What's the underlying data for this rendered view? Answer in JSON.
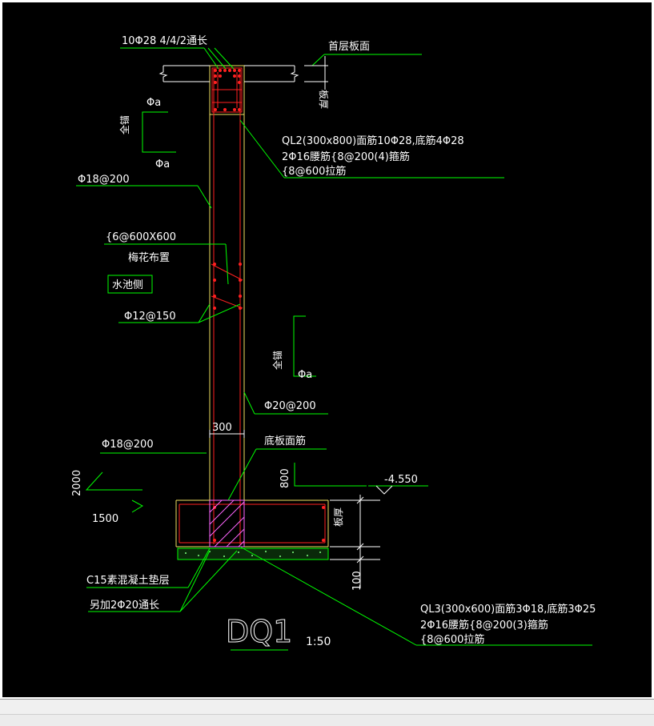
{
  "drawing": {
    "title": "DQ1",
    "scale": "1:50",
    "labels": {
      "top_rebar": "10Φ28 4/4/2通长",
      "floor_slab": "首层板面",
      "slab_thick_top": "板厚",
      "ql2_line1": "QL2(300x800)面筋10Φ28,底筋4Φ28",
      "ql2_line2": "2Φ16腰筋{8@200(4)箍筋",
      "ql2_line3": "{8@600拉筋",
      "phi_a_top": "Φa",
      "phi_a_bottom": "Φa",
      "full_anchor_top": "全锚",
      "phi18_top": "Φ18@200",
      "tie_spacing": "{6@600X600",
      "plum_layout": "梅花布置",
      "water_side": "水池侧",
      "phi12": "Φ12@150",
      "full_anchor_mid": "全锚",
      "phi_a_mid": "Φa",
      "phi20": "Φ20@200",
      "width_300": "300",
      "phi18_bottom": "Φ18@200",
      "base_top_rebar": "底板面筋",
      "dim_2000": "2000",
      "dim_1500": "1500",
      "dim_800": "800",
      "elev": "-4.550",
      "slab_thick_bottom": "板厚",
      "dim_100": "100",
      "c15": "C15素混凝土垫层",
      "extra_rebar": "另加2Φ20通长",
      "ql3_line1": "QL3(300x600)面筋3Φ18,底筋3Φ25",
      "ql3_line2": "2Φ16腰筋{8@200(3)箍筋",
      "ql3_line3": "{8@600拉筋"
    }
  },
  "colors": {
    "background": "#000000",
    "leader": "#00ff00",
    "text": "#ffffff",
    "rebar": "#ff2020",
    "wall": "#f0e060",
    "section": "#ff66ff"
  }
}
